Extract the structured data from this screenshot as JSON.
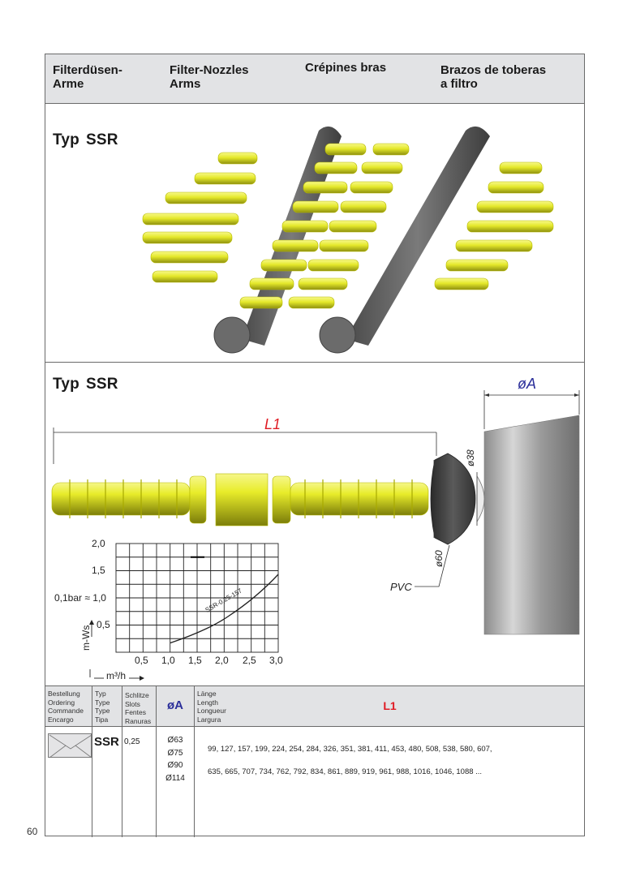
{
  "header": {
    "columns": [
      {
        "line1": "Filterdüsen-",
        "line2": "Arme"
      },
      {
        "line1": "Filter-Nozzles",
        "line2": "Arms"
      },
      {
        "line1": "Crépines bras",
        "line2": ""
      },
      {
        "line1": "Brazos de toberas",
        "line2": "a filtro"
      }
    ]
  },
  "section1": {
    "title_prefix": "Typ",
    "title_type": "SSR",
    "illustration": "manifold-pipes-with-nozzle-arms"
  },
  "section2": {
    "title_prefix": "Typ",
    "title_type": "SSR",
    "dimension_labels": {
      "length": "L1",
      "pipe_diameter": "øA",
      "inner_diameter": "ø38",
      "outer_diameter": "ø60",
      "material": "PVC"
    },
    "colors": {
      "nozzle_yellow": "#e8ec2a",
      "pipe_gray": "#9a9a9a",
      "dimension_red": "#e01b24",
      "dimension_blue": "#2b2f9a"
    }
  },
  "chart_data": {
    "type": "line",
    "title": "",
    "xlabel": "m³/h",
    "ylabel": "m-Ws",
    "y_annotation": "0,1bar ≈ 1,0",
    "xlim": [
      0,
      3.0
    ],
    "ylim": [
      0,
      2.0
    ],
    "x_ticks": [
      "0,5",
      "1,0",
      "1,5",
      "2,0",
      "2,5",
      "3,0"
    ],
    "y_ticks": [
      "0,5",
      "1,0",
      "1,5",
      "2,0"
    ],
    "grid": true,
    "grid_divisions": {
      "x": 12,
      "y": 8
    },
    "series": [
      {
        "name": "SSR-0,25-157",
        "x": [
          1.0,
          1.25,
          1.5,
          1.75,
          2.0,
          2.25,
          2.5,
          2.75,
          3.0
        ],
        "y": [
          0.17,
          0.26,
          0.36,
          0.47,
          0.6,
          0.78,
          0.98,
          1.2,
          1.43
        ]
      }
    ]
  },
  "chart_labels": {
    "y_tick_1": "0,5",
    "y_tick_2": "1,5",
    "y_tick_3": "2,0",
    "y_tick_mid": "0,1bar ≈ 1,0",
    "x_tick_1": "0,5",
    "x_tick_2": "1,0",
    "x_tick_3": "1,5",
    "x_tick_4": "2,0",
    "x_tick_5": "2,5",
    "x_tick_6": "3,0",
    "ylabel": "m-Ws",
    "xlabel": "m³/h",
    "curve_label": "SSR-0,25-157"
  },
  "table": {
    "headers": {
      "ordering": [
        "Bestellung",
        "Ordering",
        "Commande",
        "Encargo"
      ],
      "type": [
        "Typ",
        "Type",
        "Type",
        "Tipa"
      ],
      "slots": [
        "Schlitze",
        "Slots",
        "Fentes",
        "Ranuras"
      ],
      "diameter": "øA",
      "length_labels": [
        "Länge",
        "Length",
        "Longueur",
        "Largura"
      ],
      "length": "L1"
    },
    "rows": [
      {
        "ordering_icon": "envelope-icon",
        "type": "SSR",
        "slots": "0,25",
        "diameters": [
          "Ø63",
          "Ø75",
          "Ø90",
          "Ø114"
        ],
        "lengths_line1": "99, 127, 157, 199, 224, 254, 284, 326, 351, 381, 411, 453, 480, 508, 538, 580, 607,",
        "lengths_line2": "635, 665, 707, 734, 762, 792, 834, 861, 889, 919, 961, 988, 1016, 1046, 1088 ..."
      }
    ]
  },
  "page": {
    "number": "60"
  }
}
